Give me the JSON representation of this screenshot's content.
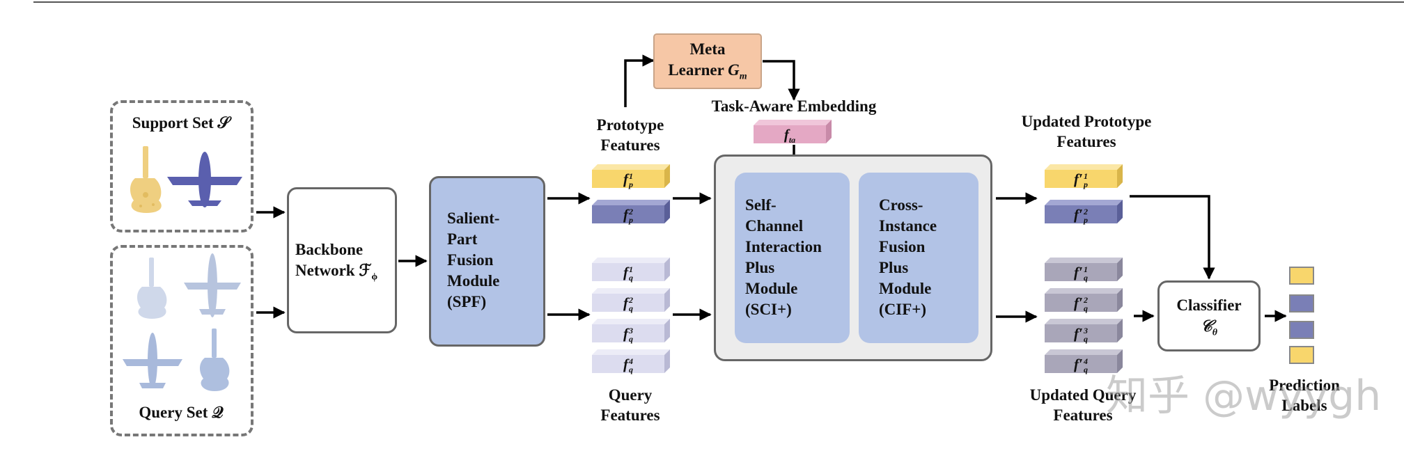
{
  "support_set": {
    "label": "Support Set 𝒮"
  },
  "query_set": {
    "label": "Query Set 𝒬"
  },
  "backbone": {
    "line1": "Backbone",
    "line2": "Network ℱ",
    "sub": "ϕ"
  },
  "spf": {
    "lines": [
      "Salient-",
      "Part",
      "Fusion",
      "Module",
      "(SPF)"
    ]
  },
  "meta_learner": {
    "line1": "Meta",
    "line2": "Learner ",
    "sym": "G",
    "sub": "m"
  },
  "task_aware": {
    "label": "Task-Aware Embedding",
    "feature": "f",
    "sub": "ta"
  },
  "prototype_features": {
    "line1": "Prototype",
    "line2": "Features",
    "items": [
      {
        "f": "f",
        "sup": "1",
        "sub": "p"
      },
      {
        "f": "f",
        "sup": "2",
        "sub": "p"
      }
    ]
  },
  "query_features": {
    "line1": "Query",
    "line2": "Features",
    "items": [
      {
        "f": "f",
        "sup": "1",
        "sub": "q"
      },
      {
        "f": "f",
        "sup": "2",
        "sub": "q"
      },
      {
        "f": "f",
        "sup": "3",
        "sub": "q"
      },
      {
        "f": "f",
        "sup": "4",
        "sub": "q"
      }
    ]
  },
  "sci": {
    "lines": [
      "Self-",
      "Channel",
      "Interaction",
      "Plus",
      "Module",
      "(SCI+)"
    ]
  },
  "cif": {
    "lines": [
      "Cross-",
      "Instance",
      "Fusion",
      "Plus",
      "Module",
      "(CIF+)"
    ]
  },
  "updated_prototype": {
    "line1": "Updated Prototype",
    "line2": "Features",
    "items": [
      {
        "f": "f′",
        "sup": "1",
        "sub": "p"
      },
      {
        "f": "f′",
        "sup": "2",
        "sub": "p"
      }
    ]
  },
  "updated_query": {
    "line1": "Updated Query",
    "line2": "Features",
    "items": [
      {
        "f": "f′",
        "sup": "1",
        "sub": "q"
      },
      {
        "f": "f′",
        "sup": "2",
        "sub": "q"
      },
      {
        "f": "f′",
        "sup": "3",
        "sub": "q"
      },
      {
        "f": "f′",
        "sup": "4",
        "sub": "q"
      }
    ]
  },
  "classifier": {
    "line1": "Classifier",
    "sym": "𝒞",
    "sub": "θ"
  },
  "prediction": {
    "line1": "Prediction",
    "line2": "Labels"
  },
  "watermark": {
    "text": "知乎 @wyygh"
  },
  "colors": {
    "yellow": "#f8d66c",
    "purple": "#7a7fb6",
    "lavender": "#dcdcef",
    "gray": "#a9a6b9",
    "pink": "#e4a8c4",
    "peach": "#f6c7a6",
    "blue_module": "#b2c3e6",
    "outer_module": "#ececec"
  }
}
